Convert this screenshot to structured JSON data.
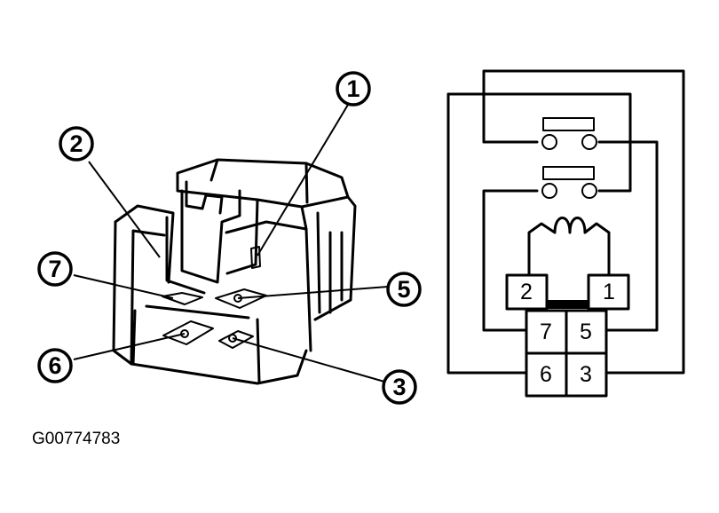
{
  "callouts": [
    {
      "label": "1"
    },
    {
      "label": "2"
    },
    {
      "label": "7"
    },
    {
      "label": "5"
    },
    {
      "label": "6"
    },
    {
      "label": "3"
    }
  ],
  "schematic_pins": {
    "p2": "2",
    "p1": "1",
    "p7": "7",
    "p5": "5",
    "p6": "6",
    "p3": "3"
  },
  "figure_id": "G00774783"
}
